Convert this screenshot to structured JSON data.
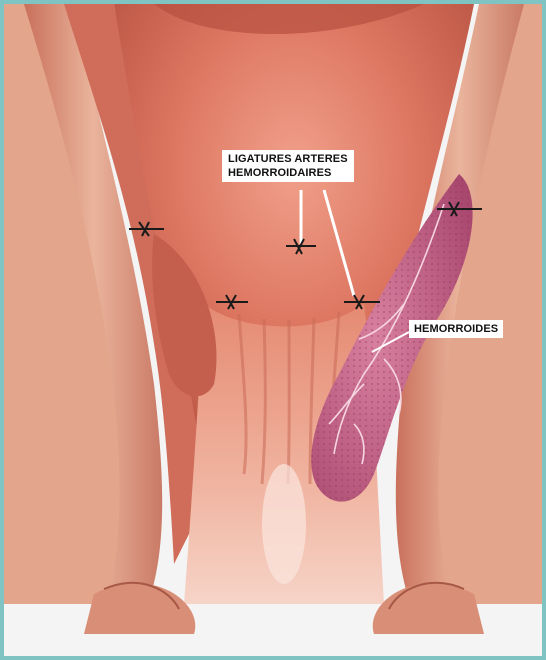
{
  "labels": {
    "ligatures_line1": "LIGATURES ARTERES",
    "ligatures_line2": "HEMORROIDAIRES",
    "hemorroides": "HEMORROIDES"
  },
  "colors": {
    "frame_border": "#7fc4c2",
    "mucosa": "#d9715e",
    "mucosa_dark": "#a9493d",
    "muscle": "#e7a98f",
    "hemorrhoid": "#c9648a",
    "suture": "#1a1a1a"
  },
  "icons": {
    "suture_marks": "ligature-suture-icon"
  }
}
